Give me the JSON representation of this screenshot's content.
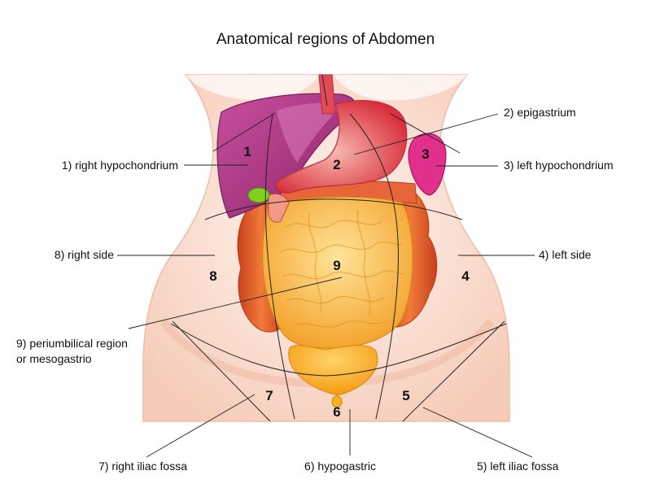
{
  "title": "Anatomical regions of Abdomen",
  "labels": {
    "r1": "1) right hypochondrium",
    "r2": "2) epigastrium",
    "r3": "3) left hypochondrium",
    "r4": "4) left side",
    "r5": "5) left iliac fossa",
    "r6": "6) hypogastric",
    "r7": "7) right iliac fossa",
    "r8": "8) right side",
    "r9a": "9) periumbilical region",
    "r9b": "or mesogastrio"
  },
  "numbers": {
    "n1": "1",
    "n2": "2",
    "n3": "3",
    "n4": "4",
    "n5": "5",
    "n6": "6",
    "n7": "7",
    "n8": "8",
    "n9": "9"
  },
  "colors": {
    "skin": "#fbe3d8",
    "skin_edge": "#f3c4b0",
    "liver": "#b5368a",
    "stomach": "#e0465a",
    "spleen": "#e0308c",
    "gallbladder": "#7fd11b",
    "colon": "#e55a20",
    "small_intestine": "#f7b43a",
    "bladder": "#f9a21b"
  }
}
